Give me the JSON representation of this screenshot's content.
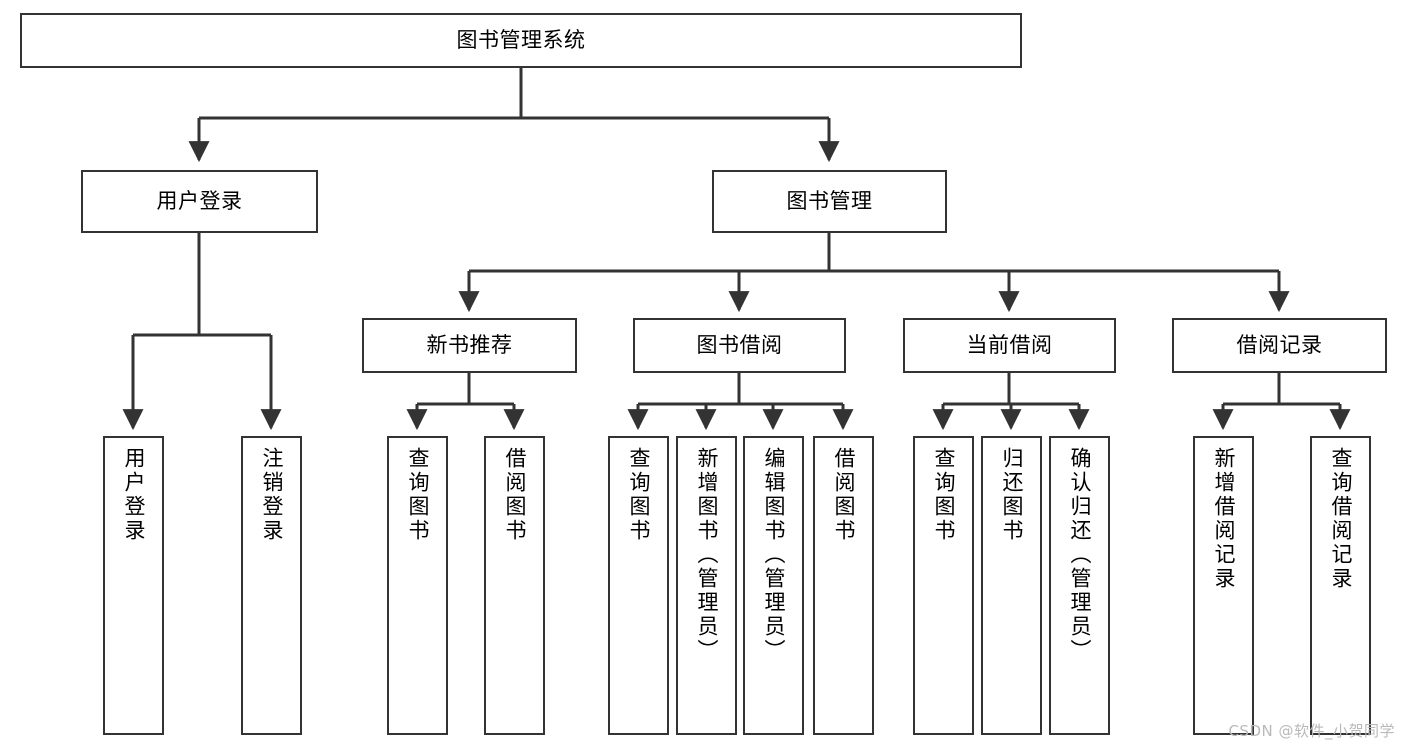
{
  "diagram": {
    "title": "图书管理系统",
    "watermark": "CSDN @软件_小贺同学",
    "stroke_color": "#333333",
    "fill_color": "#ffffff",
    "text_color": "#000000",
    "nodes": {
      "root": "图书管理系统",
      "user_login": "用户登录",
      "book_manage": "图书管理",
      "new_book_rec": "新书推荐",
      "book_borrow": "图书借阅",
      "current_borrow": "当前借阅",
      "borrow_record": "借阅记录",
      "leaf_user_login": "用户登录",
      "leaf_user_logout": "注销登录",
      "leaf_rec_query": "查询图书",
      "leaf_rec_borrow": "借阅图书",
      "leaf_borrow_query": "查询图书",
      "leaf_borrow_add": "新增图书（管理员）",
      "leaf_borrow_edit": "编辑图书（管理员）",
      "leaf_borrow_lend": "借阅图书",
      "leaf_cur_query": "查询图书",
      "leaf_cur_return": "归还图书",
      "leaf_cur_confirm": "确认归还（管理员）",
      "leaf_rec_add": "新增借阅记录",
      "leaf_rec_search": "查询借阅记录"
    }
  }
}
